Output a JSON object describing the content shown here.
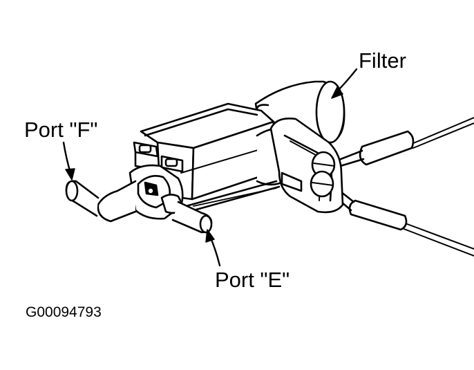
{
  "figure": {
    "callouts": {
      "filter": "Filter",
      "port_f": "Port \"F\"",
      "port_e": "Port \"E\""
    },
    "figure_id": "G00094793",
    "colors": {
      "ink": "#000000",
      "paper": "#ffffff"
    }
  }
}
